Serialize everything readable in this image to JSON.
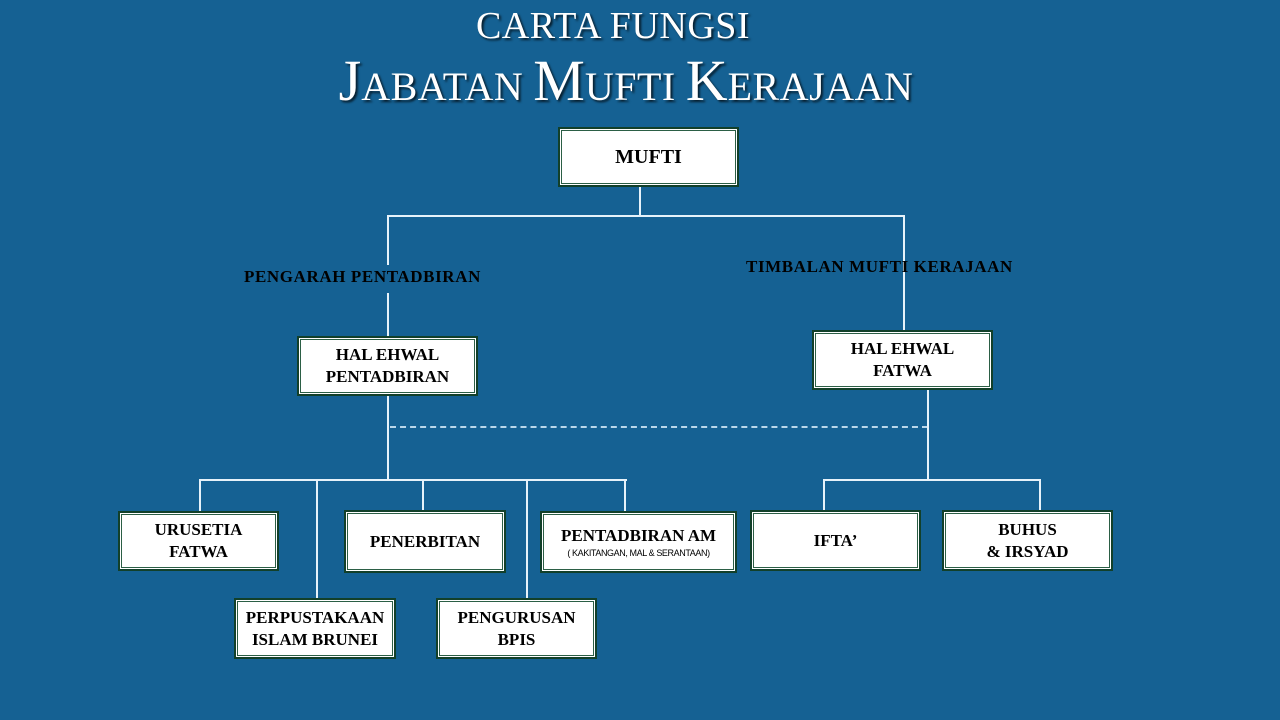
{
  "title": {
    "line1": "CARTA FUNGSI",
    "line2_words": [
      {
        "cap": "J",
        "rest": "ABATAN"
      },
      {
        "cap": "M",
        "rest": "UFTI"
      },
      {
        "cap": "K",
        "rest": "ERAJAAN"
      }
    ]
  },
  "colors": {
    "background": "#156193",
    "box_fill": "#ffffff",
    "box_border": "#12402a",
    "connector": "#e6f2fa",
    "dashed_connector": "#b9d7ea",
    "text": "#000000",
    "title_text": "#ffffff"
  },
  "chart": {
    "root": {
      "label": "MUFTI"
    },
    "roles": {
      "left": "PENGARAH  PENTADBIRAN",
      "right": "TIMBALAN  MUFTI  KERAJAAN"
    },
    "divisions": {
      "left": {
        "line1": "HAL EHWAL",
        "line2": "PENTADBIRAN"
      },
      "right": {
        "line1": "HAL EHWAL",
        "line2": "FATWA"
      }
    },
    "units_left": [
      {
        "line1": "URUSETIA",
        "line2": "FATWA"
      },
      {
        "line1": "PERPUSTAKAAN",
        "line2": "ISLAM BRUNEI"
      },
      {
        "line1": "PENERBITAN",
        "line2": ""
      },
      {
        "line1": "PENGURUSAN",
        "line2": "BPIS"
      },
      {
        "line1": "PENTADBIRAN AM",
        "sub": "( KAKITANGAN, MAL & SERANTAAN)"
      }
    ],
    "units_right": [
      {
        "line1": "IFTA’",
        "line2": ""
      },
      {
        "line1": "BUHUS",
        "line2": "& IRSYAD"
      }
    ]
  }
}
